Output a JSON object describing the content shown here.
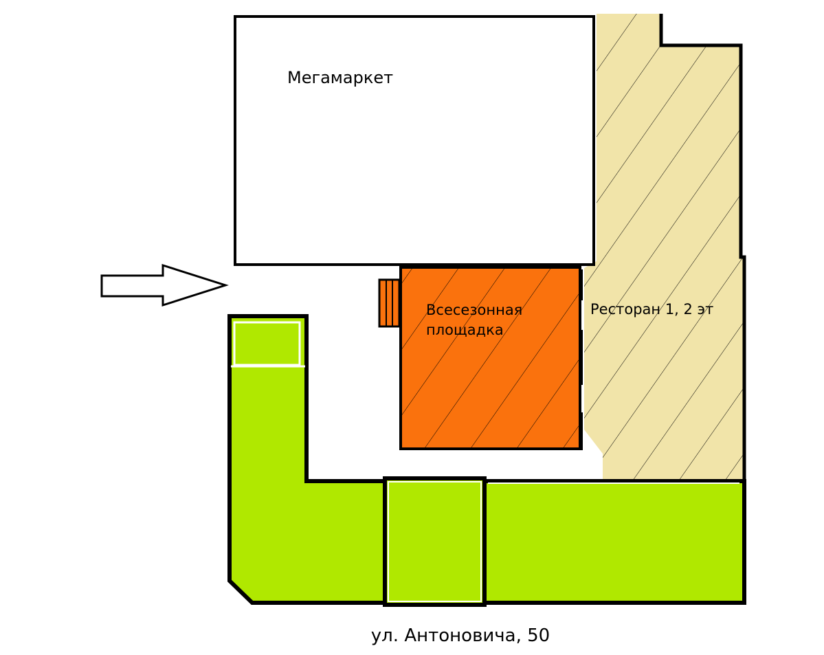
{
  "labels": {
    "megamarket": "Мегамаркет",
    "pavilion_line1": "Всесезонная",
    "pavilion_line2": "площадка",
    "restaurant": "Ресторан 1, 2 эт",
    "street": "ул. Антоновича, 50"
  },
  "colors": {
    "restaurant_fill": "#f1e4a9",
    "pavilion_fill": "#fa720d",
    "green_fill": "#b0e800",
    "outline": "#000000",
    "background": "#ffffff"
  },
  "icons": {
    "entrance": "arrow-right-outline-icon"
  }
}
